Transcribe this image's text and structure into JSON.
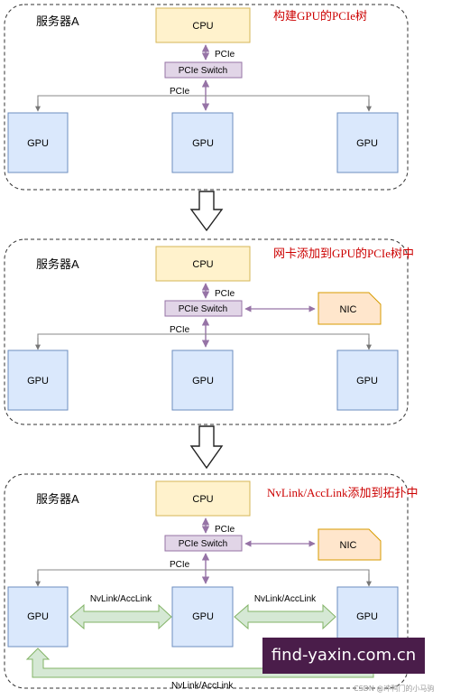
{
  "panels": [
    {
      "server_label": "服务器A",
      "title": "构建GPU的PCIe树",
      "cpu": "CPU",
      "pcie_upper": "PCIe",
      "switch": "PCIe Switch",
      "pcie_lower": "PCIe",
      "gpus": [
        "GPU",
        "GPU",
        "GPU"
      ]
    },
    {
      "server_label": "服务器A",
      "title": "网卡添加到GPU的PCIe树中",
      "cpu": "CPU",
      "pcie_upper": "PCIe",
      "switch": "PCIe Switch",
      "pcie_lower": "PCIe",
      "nic": "NIC",
      "gpus": [
        "GPU",
        "GPU",
        "GPU"
      ]
    },
    {
      "server_label": "服务器A",
      "title": "NvLink/AccLink添加到拓扑中",
      "cpu": "CPU",
      "pcie_upper": "PCIe",
      "switch": "PCIe Switch",
      "pcie_lower": "PCIe",
      "nic": "NIC",
      "gpus": [
        "GPU",
        "GPU",
        "GPU"
      ],
      "nvlink_left": "NvLink/AccLink",
      "nvlink_right": "NvLink/AccLink",
      "nvlink_bottom": "NvLink/AccLink"
    }
  ],
  "watermark": "find-yaxin.com.cn",
  "credit": "CSDN @冲鸭门的小马驹",
  "colors": {
    "cpu_fill": "#fff2cc",
    "cpu_stroke": "#d6b656",
    "switch_fill": "#e1d5e7",
    "switch_stroke": "#9673a6",
    "gpu_fill": "#dae8fc",
    "gpu_stroke": "#6c8ebf",
    "nic_fill": "#ffe6cc",
    "nic_stroke": "#d79b00",
    "nvlink_fill": "#d5e8d4",
    "nvlink_stroke": "#82b366",
    "title_color": "#cc0000"
  }
}
